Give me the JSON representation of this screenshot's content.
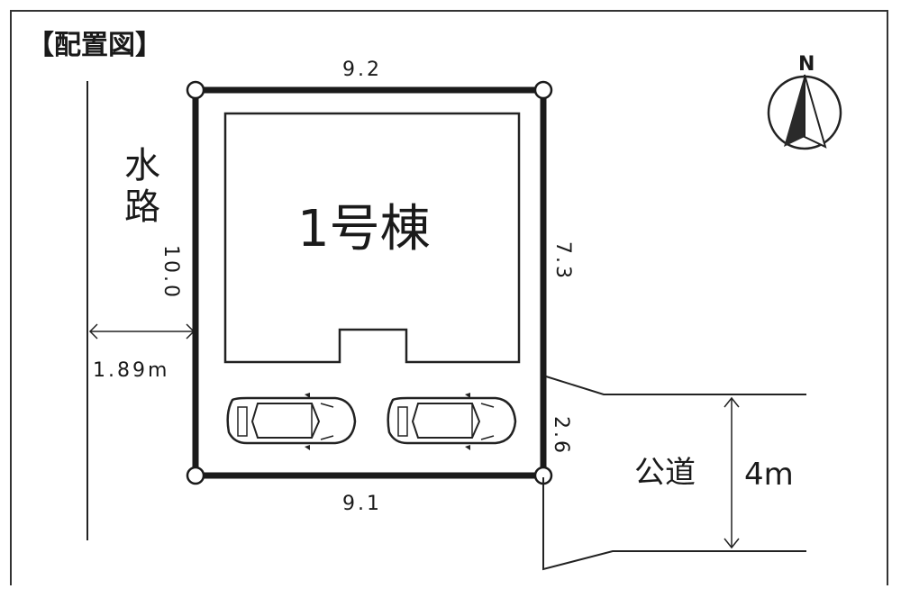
{
  "title": "【配置図】",
  "compass": {
    "label": "N"
  },
  "building": {
    "label": "1号棟"
  },
  "waterway": {
    "char1": "水",
    "char2": "路"
  },
  "dimensions": {
    "top": "9.2",
    "bottom": "9.1",
    "left": "10.0",
    "right_upper": "7.3",
    "right_lower": "2.6",
    "offset": "1.89m"
  },
  "road": {
    "label": "公道",
    "width": "4m"
  },
  "colors": {
    "line": "#1a1a1a",
    "shade": "#2a2a2a",
    "background": "#ffffff"
  }
}
